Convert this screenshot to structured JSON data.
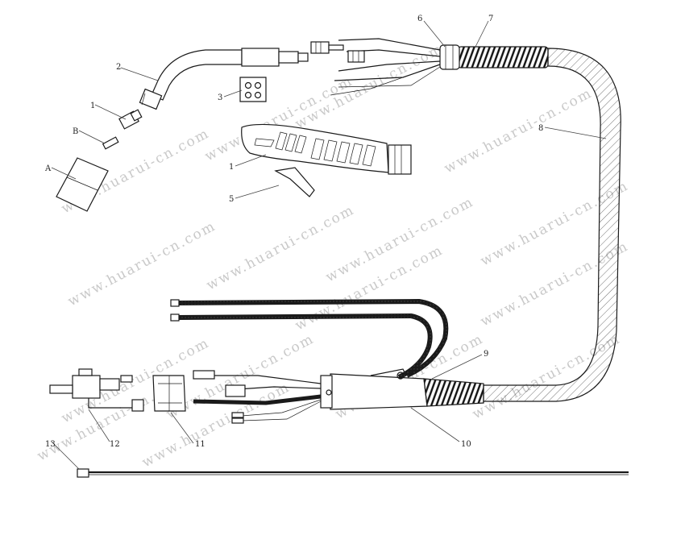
{
  "watermark": "www.huarui-cn.com",
  "labels": {
    "A": "A",
    "B": "B",
    "p1a": "1",
    "p1b": "1",
    "p2": "2",
    "p3": "3",
    "p5": "5",
    "p6": "6",
    "p7": "7",
    "p8": "8",
    "p9": "9",
    "p10": "10",
    "p11": "11",
    "p12": "12",
    "p13": "13"
  },
  "colors": {
    "ink": "#1a1a1a",
    "watermark": "#c9c9c9"
  }
}
